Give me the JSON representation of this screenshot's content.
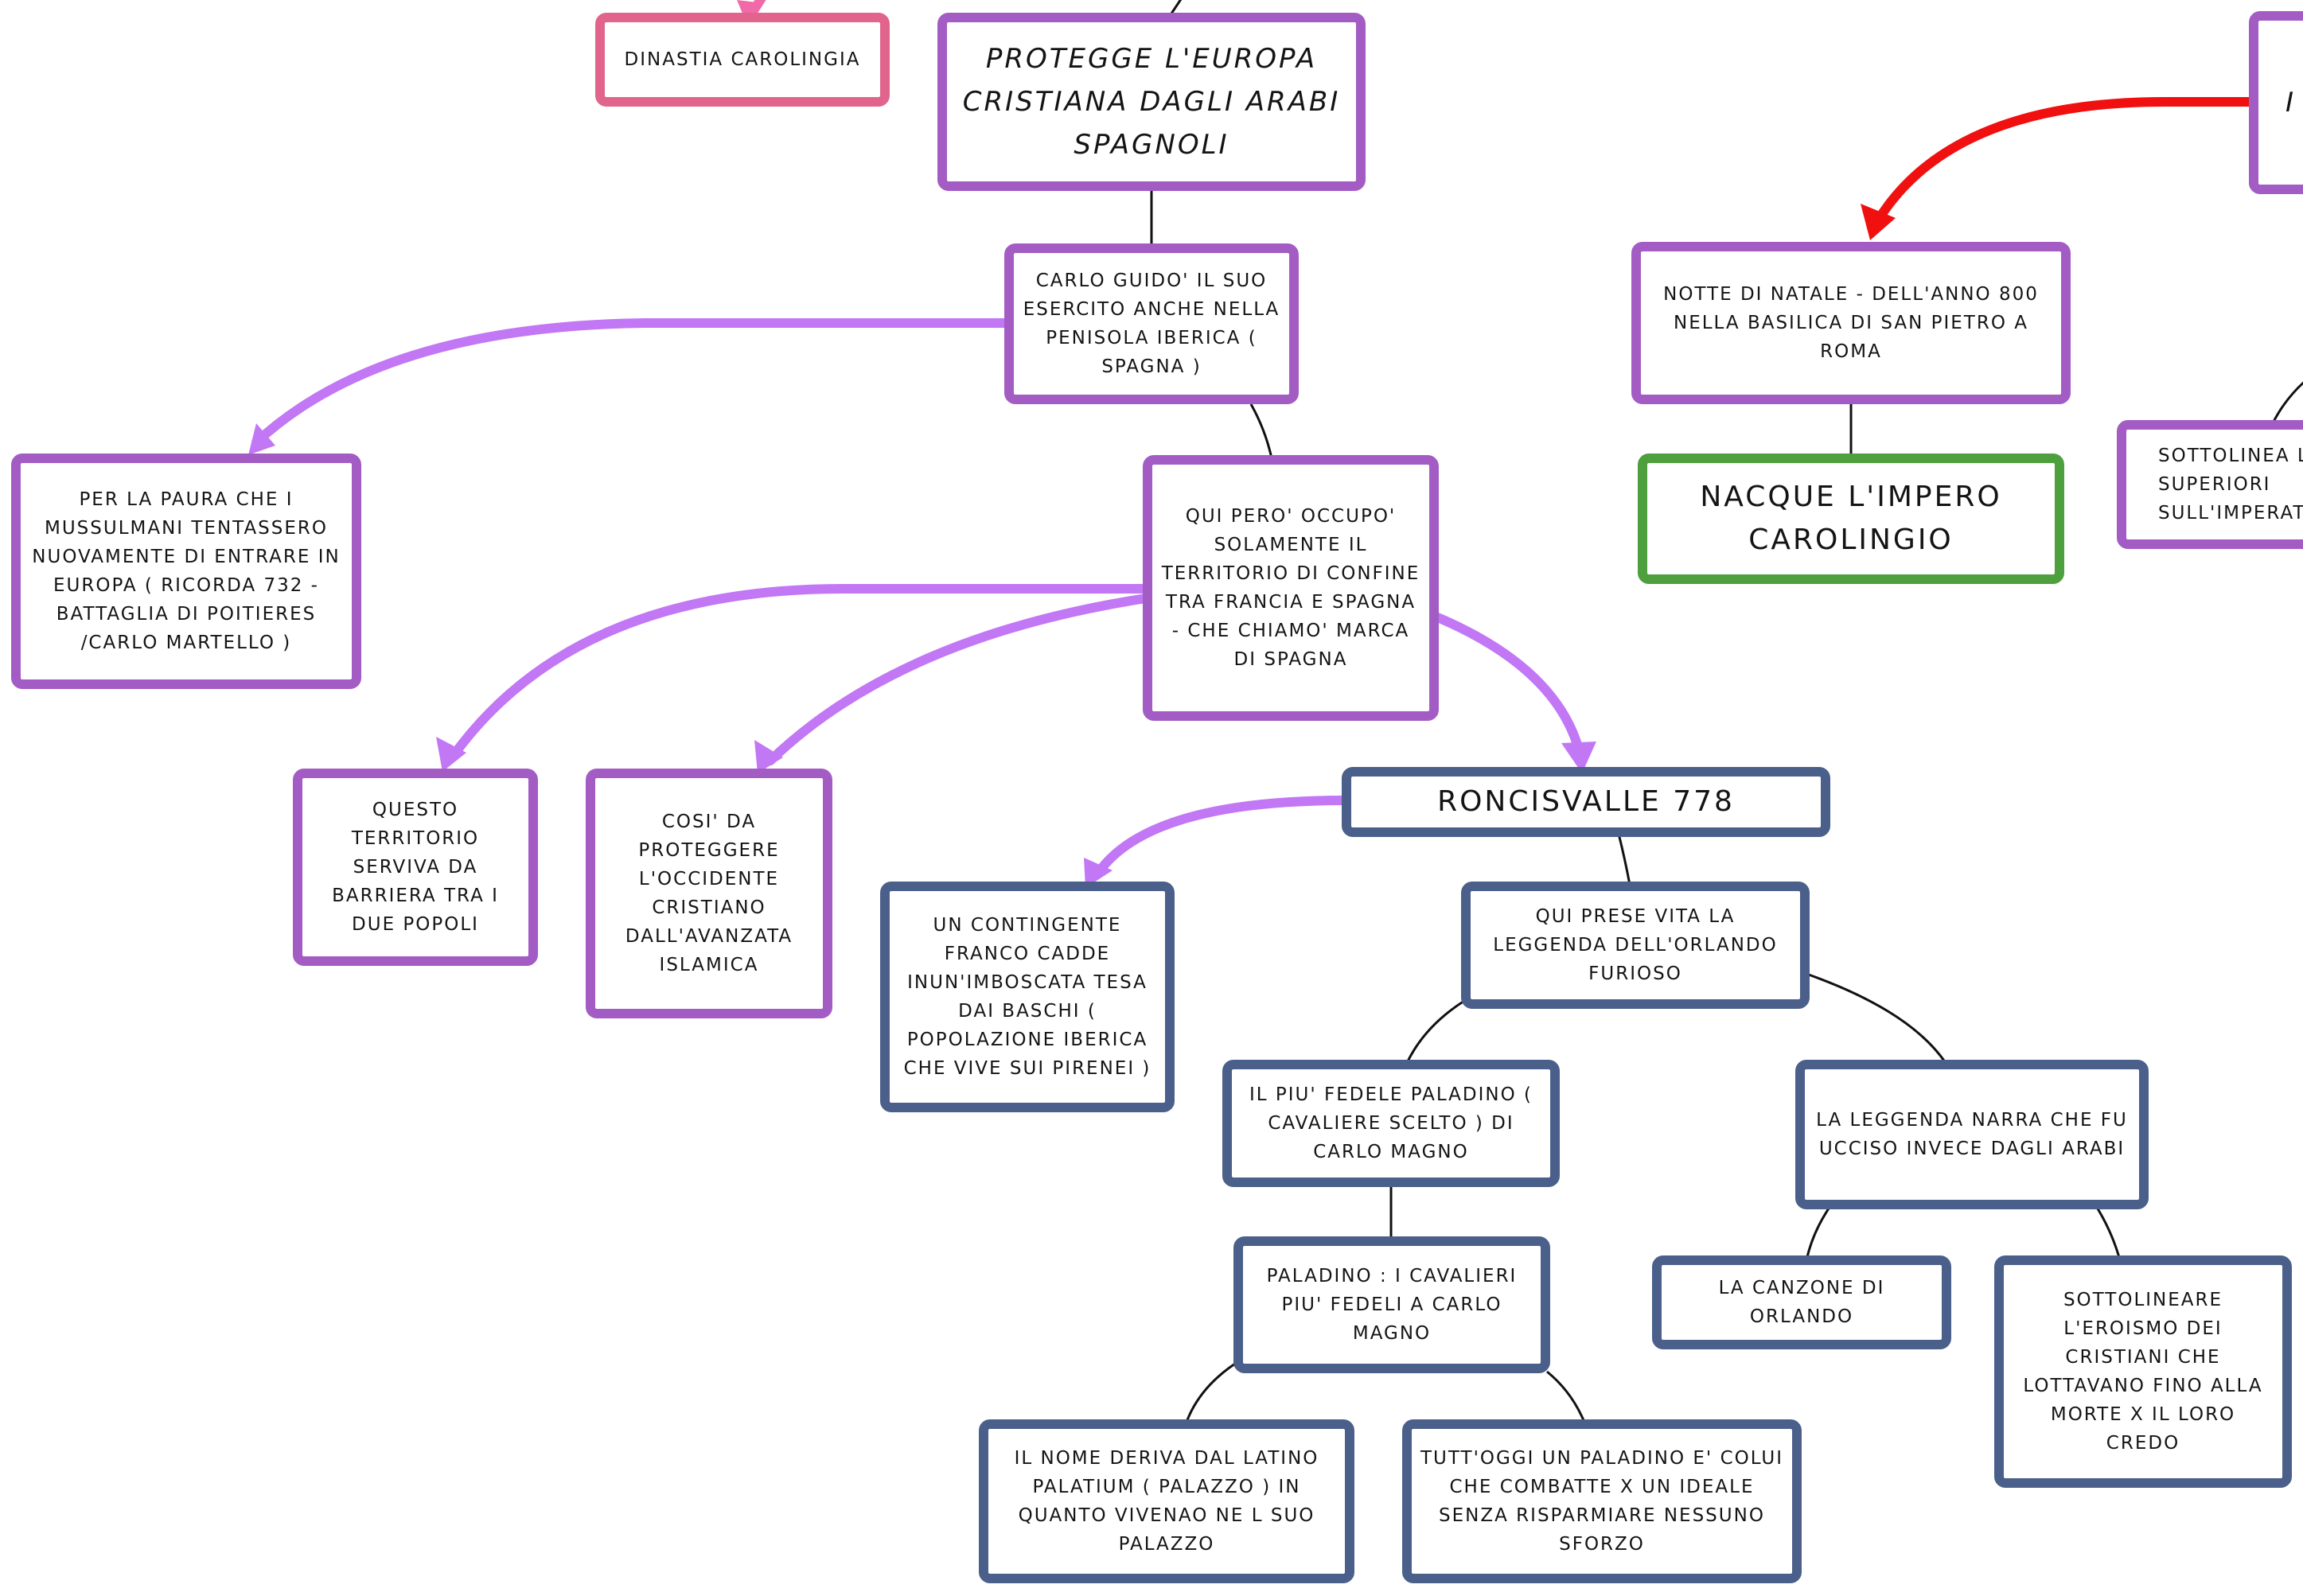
{
  "diagram": {
    "type": "mind-map",
    "colors": {
      "purple_branch": "#a35cc4",
      "light_purple_arrow": "#c277f5",
      "blue_branch": "#4a5f8a",
      "pink_branch": "#e0648c",
      "green_node": "#4e9f3d",
      "red_arrow": "#f01010",
      "connector": "#111111"
    },
    "nodes": {
      "dinastia": "DINASTIA CAROLINGIA",
      "protegge": "PROTEGGE L'EUROPA CRISTIANA DAGLI ARABI SPAGNOLI",
      "carlo_guido": "CARLO GUIDO' IL SUO ESERCITO ANCHE NELLA PENISOLA IBERICA ( SPAGNA )",
      "paura": "PER LA PAURA CHE I MUSSULMANI TENTASSERO NUOVAMENTE DI ENTRARE IN EUROPA ( RICORDA 732 - BATTAGLIA DI POITIERES /CARLO MARTELLO )",
      "qui_pero": "QUI PERO' OCCUPO' SOLAMENTE IL TERRITORIO DI CONFINE TRA FRANCIA E SPAGNA - CHE CHIAMO' MARCA DI SPAGNA",
      "barriera": "QUESTO TERRITORIO SERVIVA DA BARRIERA TRA I DUE POPOLI",
      "proteggere": "COSI' DA PROTEGGERE L'OCCIDENTE CRISTIANO DALL'AVANZATA ISLAMICA",
      "roncisvalle": "RONCISVALLE 778",
      "contingente": "UN CONTINGENTE FRANCO CADDE INUN'IMBOSCATA TESA DAI BASCHI ( POPOLAZIONE IBERICA CHE VIVE SUI PIRENEI )",
      "leggenda": "QUI PRESE VITA LA LEGGENDA DELL'ORLANDO FURIOSO",
      "fedele": "IL PIU' FEDELE PALADINO ( CAVALIERE SCELTO ) DI CARLO MAGNO",
      "narra": "LA LEGGENDA NARRA CHE FU UCCISO INVECE DAGLI ARABI",
      "paladino": "PALADINO : I CAVALIERI PIU' FEDELI A CARLO MAGNO",
      "canzone": "LA CANZONE DI ORLANDO",
      "eroismo": "SOTTOLINEARE L'EROISMO DEI CRISTIANI CHE LOTTAVANO FINO ALLA MORTE X IL LORO CREDO",
      "nome": "IL NOME DERIVA DAL LATINO PALATIUM ( PALAZZO ) IN QUANTO VIVENAO NE L SUO PALAZZO",
      "tuttoggi": "TUTT'OGGI UN PALADINO E' COLUI CHE COMBATTE X UN IDEALE SENZA RISPARMIARE NESSUNO SFORZO",
      "natale": "NOTTE DI NATALE - DELL'ANNO 800 NELLA BASILICA DI SAN PIETRO A ROMA",
      "impero": "NACQUE L'IMPERO CAROLINGIO",
      "imperatore_partial": "I",
      "sottolinea_partial": "SOTTOLINEA L SUPERIORI SULL'IMPERAT"
    }
  }
}
